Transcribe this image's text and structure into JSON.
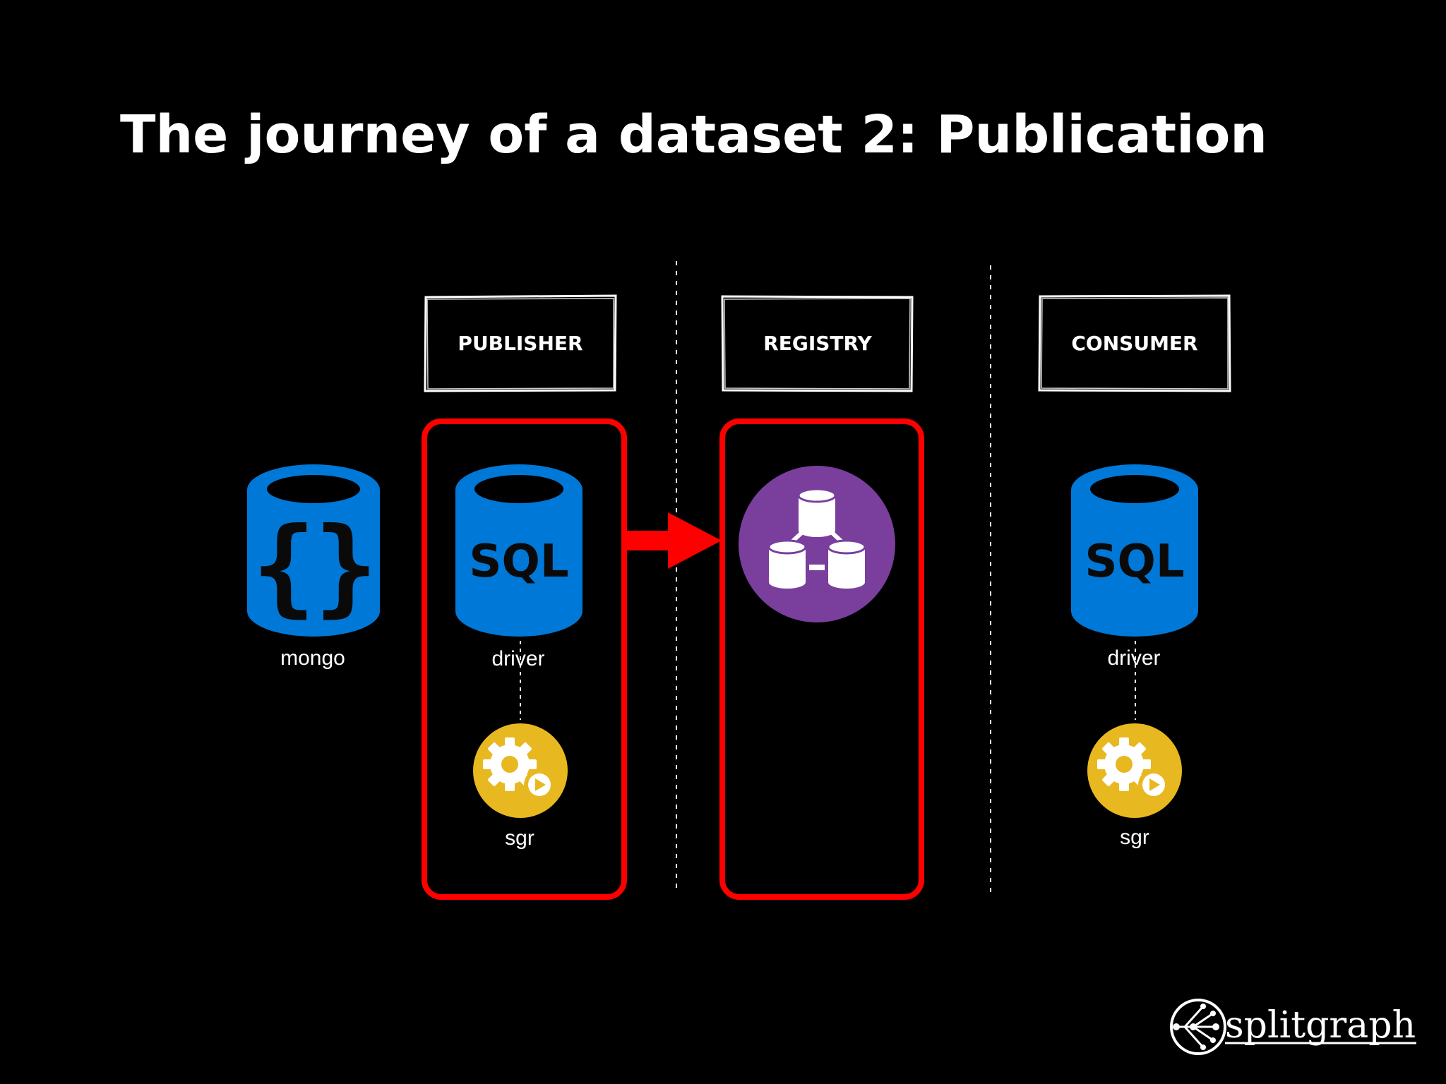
{
  "title": "The journey of a dataset 2: Publication",
  "headers": {
    "publisher": "PUBLISHER",
    "registry": "REGISTRY",
    "consumer": "CONSUMER"
  },
  "nodes": {
    "mongo_label": "mongo",
    "publisher_sql_text": "SQL",
    "publisher_driver_label": "driver",
    "publisher_sgr_label": "sgr",
    "consumer_sql_text": "SQL",
    "consumer_driver_label": "driver",
    "consumer_sgr_label": "sgr"
  },
  "brand": {
    "name": "splitgraph"
  },
  "colors": {
    "db_blue": "#0078D7",
    "highlight_red": "#FF0000",
    "registry_purple": "#7A3E9D",
    "sgr_yellow": "#E8B820"
  },
  "icons": [
    "mongo-database-icon",
    "sql-database-icon",
    "registry-icon",
    "sgr-gear-play-icon",
    "arrow-icon",
    "splitgraph-logo-icon"
  ]
}
